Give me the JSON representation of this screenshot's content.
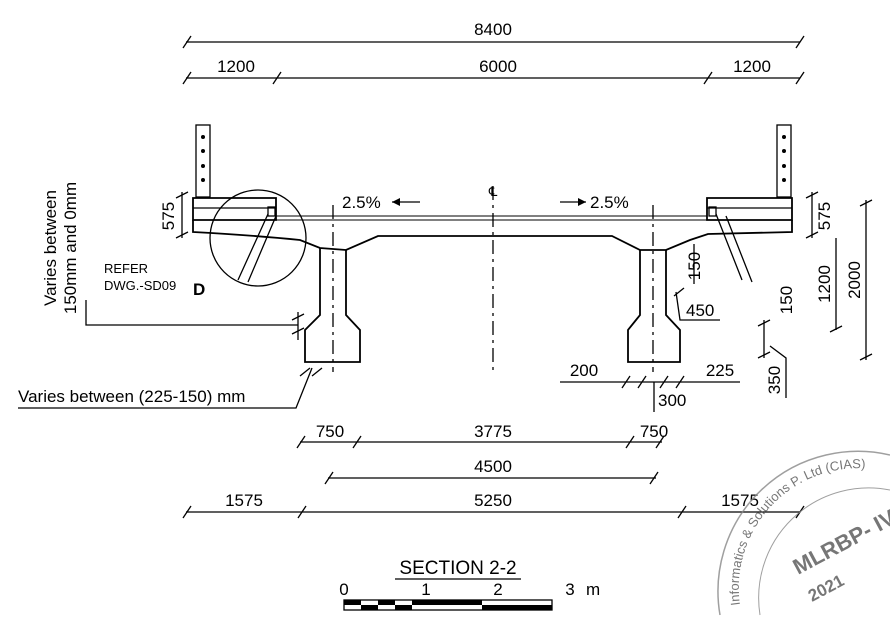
{
  "overall_dims": {
    "total_width": "8400",
    "left_footpath": "1200",
    "carriageway": "6000",
    "right_footpath": "1200"
  },
  "slopes": {
    "left": "2.5%",
    "right": "2.5%",
    "centerline_symbol": "℄"
  },
  "left_side": {
    "kerb_height": "575",
    "varies_label_line1": "Varies between",
    "varies_label_line2": "150mm and 0mm",
    "refer_line1": "REFER",
    "refer_line2": "DWG.-SD09",
    "detail_mark": "D",
    "bottom_varies": "Varies between (225-150) mm"
  },
  "right_side": {
    "kerb_height": "575",
    "web_dim": "150",
    "cantilever_dim": "450",
    "flange_dim": "150",
    "depth_1200": "1200",
    "depth_2000": "2000",
    "bottom_350": "350",
    "bulb_200": "200",
    "bulb_225": "225",
    "bulb_300": "300"
  },
  "bottom_dims": {
    "row1": [
      "750",
      "3775",
      "750"
    ],
    "row2": "4500",
    "row3": [
      "1575",
      "5250",
      "1575"
    ]
  },
  "section_title": "SECTION 2-2",
  "scale_bar": {
    "labels": [
      "0",
      "1",
      "2",
      "3"
    ],
    "unit": "m"
  },
  "stamp": {
    "arc_text": "Informatics & Solutions P. Ltd (CIAS)",
    "main": "MLRBP- IV",
    "year": "2021"
  }
}
